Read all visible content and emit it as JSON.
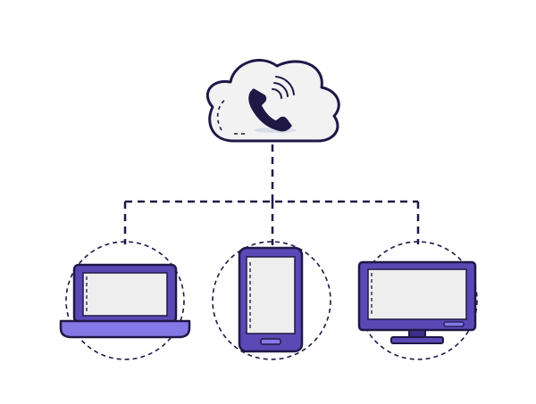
{
  "diagram": {
    "type": "cloud-telephony-network",
    "cloud": {
      "icon": "phone-icon",
      "signal": "wifi-waves-icon"
    },
    "devices": [
      {
        "id": "laptop",
        "icon": "laptop-icon"
      },
      {
        "id": "phone",
        "icon": "smartphone-icon"
      },
      {
        "id": "monitor",
        "icon": "monitor-icon"
      }
    ],
    "colors": {
      "outline": "#1f1845",
      "primary": "#5a49b5",
      "screen": "#eeeeef",
      "cloud_fill": "#f2f2f3",
      "bezel": "#3a2f86",
      "light_purple": "#8478e6",
      "connector": "#1f1845",
      "shadow": "#d9dce6"
    }
  }
}
